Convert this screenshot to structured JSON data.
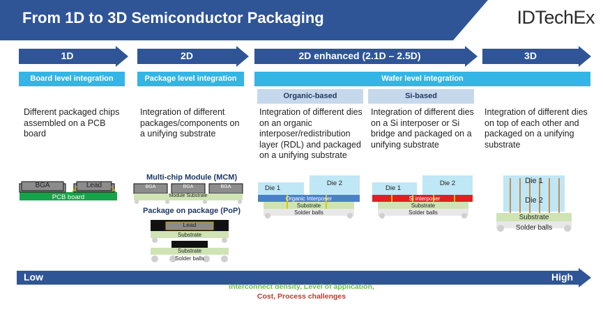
{
  "header": {
    "title": "From 1D to 3D Semiconductor Packaging",
    "logo": "IDTechEx",
    "colors": {
      "title_bar": "#2f5597",
      "arrow": "#2f5597",
      "level_box": "#33b5e5",
      "sub_box": "#c6d8ec"
    }
  },
  "stages": [
    {
      "label": "1D",
      "level": "Board level integration",
      "description": "Different packaged chips assembled on a PCB board"
    },
    {
      "label": "2D",
      "level": "Package level integration",
      "description": "Integration of different packages/components on a unifying substrate"
    },
    {
      "label": "2D enhanced (2.1D – 2.5D)",
      "level": "Wafer level integration",
      "sub": [
        {
          "label": "Organic-based",
          "description": "Integration of different dies on an organic interposer/redistribution layer (RDL) and packaged on a  unifying substrate"
        },
        {
          "label": "Si-based",
          "description": "Integration of different dies on a Si interposer or Si bridge and packaged on a  unifying substrate"
        }
      ]
    },
    {
      "label": "3D",
      "description": "Integration of different dies on top of each other and packaged on a unifying substrate"
    }
  ],
  "diagrams": {
    "d1": {
      "bga": "BGA",
      "lead": "Lead",
      "pcb": "PCB board"
    },
    "mcm": {
      "caption": "Multi-chip Module (MCM)",
      "chip": "BGA",
      "substrate": "Module Substrate"
    },
    "pop": {
      "caption": "Package on package (PoP)",
      "lead": "Lead",
      "substrate_top": "Substrate",
      "substrate_bottom": "Substrate",
      "balls": "Solder balls"
    },
    "organic": {
      "die1": "Die 1",
      "die2": "Die 2",
      "interposer": "Organic Interposer",
      "substrate": "Substrate",
      "balls": "Solder balls"
    },
    "si": {
      "die1": "Die 1",
      "die2": "Die 2",
      "interposer": "Si interposer",
      "substrate": "Substrate",
      "balls": "Solder balls"
    },
    "d3": {
      "die1": "Die 1",
      "die2": "Die 2",
      "substrate": "Substrate",
      "balls": "Solder balls"
    }
  },
  "axis": {
    "low": "Low",
    "high": "High",
    "line1": "Interconnect density, Level of application,",
    "line2": "Cost, Process challenges",
    "line1_color": "#6cbe45",
    "line2_color": "#c0392b"
  }
}
